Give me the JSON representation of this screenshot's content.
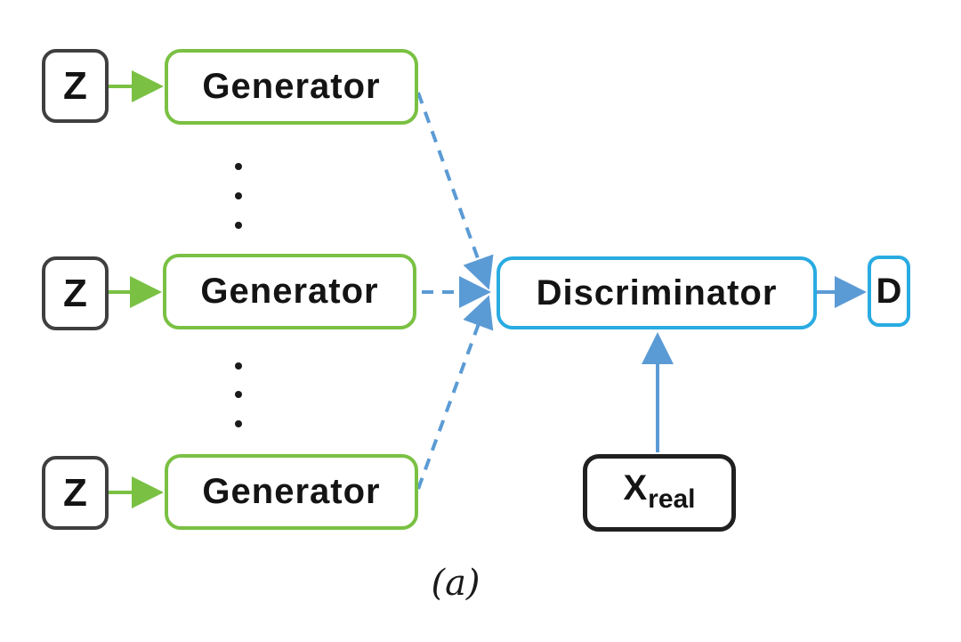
{
  "figure": {
    "caption": "(a)",
    "description": "Multi-generator GAN architecture diagram"
  },
  "nodes": {
    "z_top": {
      "label": "Z"
    },
    "z_mid": {
      "label": "Z"
    },
    "z_bottom": {
      "label": "Z"
    },
    "generator_top": {
      "label": "Generator"
    },
    "generator_mid": {
      "label": "Generator"
    },
    "generator_bottom": {
      "label": "Generator"
    },
    "discriminator": {
      "label": "Discriminator"
    },
    "output": {
      "label": "D"
    },
    "x_real": {
      "base": "X",
      "subscript": "real"
    }
  },
  "colors": {
    "generator_border": "#7AC143",
    "green_arrow": "#7AC143",
    "discriminator_border": "#29ABE2",
    "blue_arrow": "#5B9BD5",
    "dark_box_border": "#3F3F3F",
    "text": "#141414",
    "background": "#FFFFFF"
  }
}
